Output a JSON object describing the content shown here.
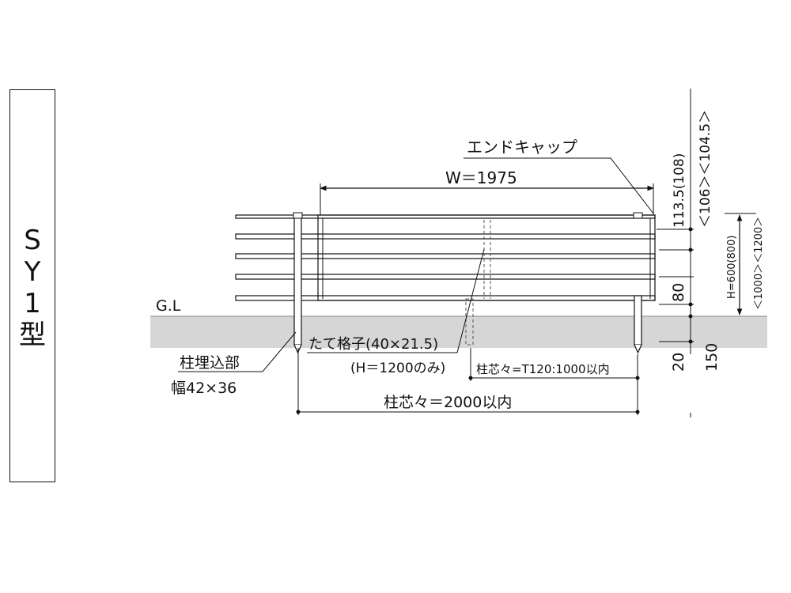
{
  "type_label": [
    "S",
    "Y",
    "1",
    "型"
  ],
  "ground_label": "G.L",
  "end_cap_label": "エンドキャップ",
  "width_label": "W＝1975",
  "post_burial_label": "柱埋込部",
  "post_burial_size": "幅42×36",
  "lattice_label_1": "たて格子(40×21.5)",
  "lattice_label_2": "(H＝1200のみ)",
  "post_pitch_t120": "柱芯々=T120:1000以内",
  "post_pitch_main": "柱芯々＝2000以内",
  "dim_top_a": "113.5(108)",
  "dim_top_b": "＜106＞＜104.5＞",
  "dim_80": "80",
  "dim_height_a": "H=600(800)",
  "dim_height_b": "＜1000＞＜1200＞",
  "dim_20": "20",
  "dim_150": "150"
}
